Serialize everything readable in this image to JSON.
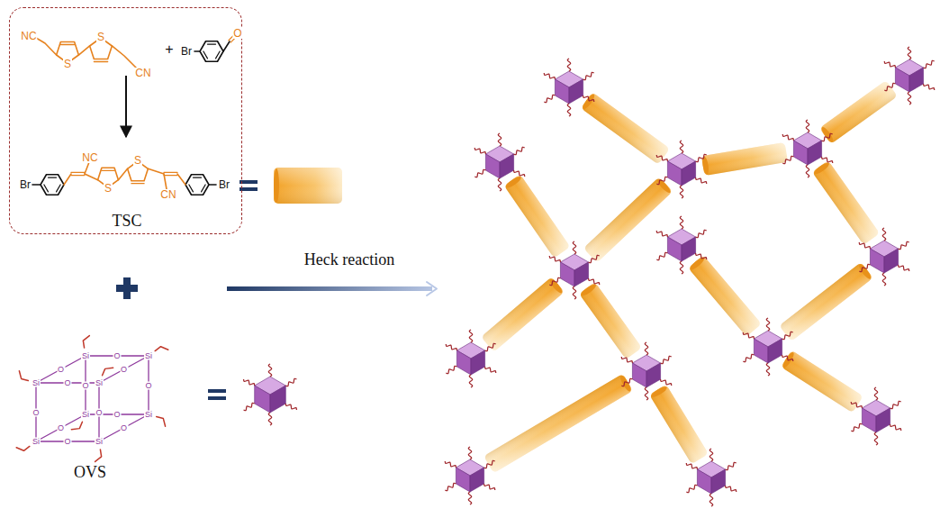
{
  "diagram": {
    "nodes": [
      {
        "text": [
          "TSC"
        ]
      }
    ],
    "labels": [
      "NC",
      "S",
      "S",
      "CN",
      "+",
      "Br",
      "O",
      "Br",
      "NC",
      "S",
      "S",
      "CN",
      "Br",
      "Heck reaction",
      "Si",
      "O",
      "Si",
      "O",
      "O",
      "Si",
      "O",
      "Si",
      "O",
      "O",
      "O",
      "O",
      "Si",
      "O",
      "Si",
      "O",
      "O",
      "Si",
      "O",
      "Si",
      "OVS"
    ]
  }
}
